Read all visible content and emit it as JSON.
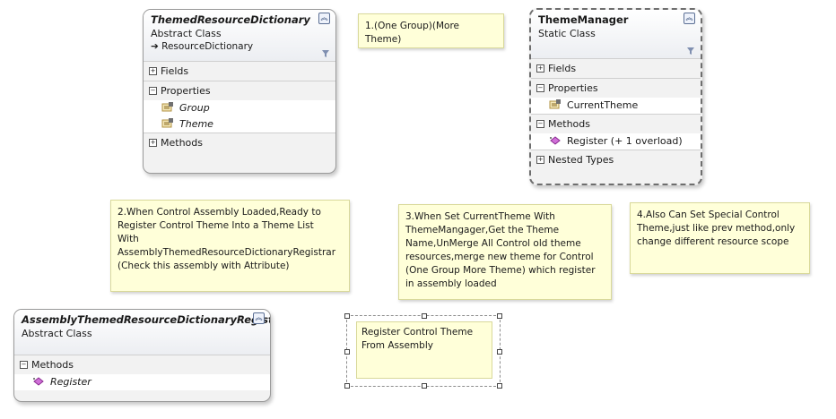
{
  "classes": {
    "themed_resource_dictionary": {
      "name": "ThemedResourceDictionary",
      "kind": "Abstract Class",
      "base": "➔ ResourceDictionary",
      "fields_label": "Fields",
      "properties_label": "Properties",
      "properties": [
        "Group",
        "Theme"
      ],
      "methods_label": "Methods"
    },
    "theme_manager": {
      "name": "ThemeManager",
      "kind": "Static Class",
      "fields_label": "Fields",
      "properties_label": "Properties",
      "properties": [
        "CurrentTheme"
      ],
      "methods_label": "Methods",
      "methods": [
        "Register (+ 1 overload)"
      ],
      "nested_label": "Nested Types"
    },
    "assembly_registrar": {
      "name": "AssemblyThemedResourceDictionaryRegistrar",
      "kind": "Abstract Class",
      "methods_label": "Methods",
      "methods": [
        "Register"
      ]
    }
  },
  "notes": {
    "note1": [
      "1.(One Group)(More",
      "Theme)"
    ],
    "note2": [
      "2.When Control Assembly Loaded,Ready to",
      "Register Control Theme Into a Theme List",
      "With",
      "AssemblyThemedResourceDictionaryRegistrar",
      "(Check this assembly with Attribute)"
    ],
    "note3": [
      "3.When Set CurrentTheme With",
      "ThemeMangager,Get the Theme",
      "Name,UnMerge All Control old theme",
      "resources,merge new theme for  Control",
      "(One Group More Theme) which register",
      "in assembly loaded"
    ],
    "note4": [
      "4.Also Can Set Special Control",
      "Theme,just like prev method,only",
      "change different resource scope"
    ],
    "note5": [
      "Register Control Theme",
      "From Assembly"
    ]
  },
  "icons": {
    "collapse": "double-chevron-up-icon",
    "filter": "filter-icon",
    "property": "property-icon",
    "method": "method-icon",
    "expand_toggle": "plus",
    "collapse_toggle": "minus"
  },
  "colors": {
    "note_fill": "#ffffd9",
    "class_fill": "#f2f2f2",
    "method_icon": "#c050c8",
    "property_icon": "#c8a040"
  }
}
